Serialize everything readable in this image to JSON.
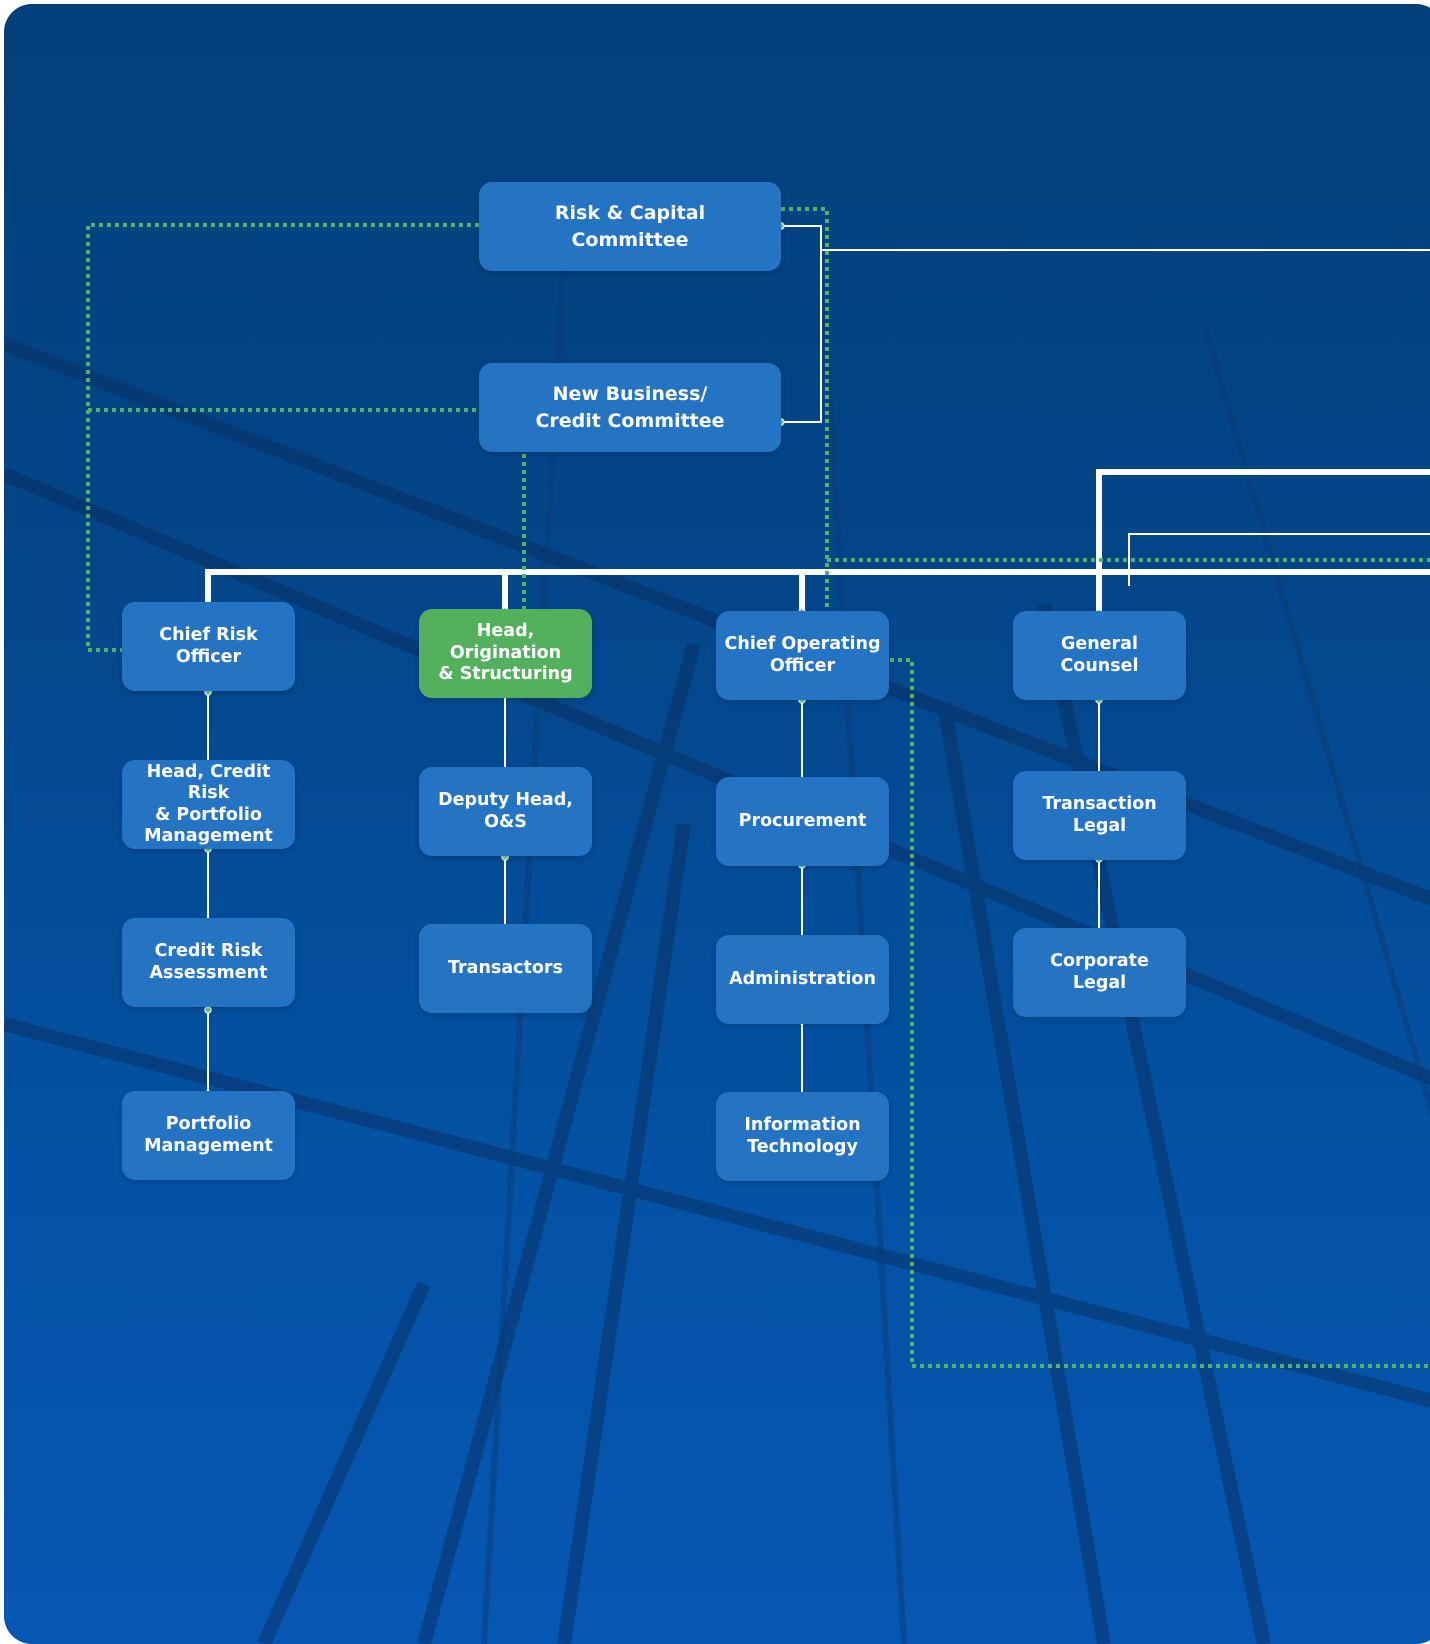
{
  "chart": {
    "committees": {
      "risk_capital": "Risk & Capital\nCommittee",
      "new_business": "New Business/\nCredit Committee"
    },
    "branches": {
      "risk": {
        "head": "Chief Risk\nOfficer",
        "items": [
          "Head, Credit Risk\n& Portfolio\nManagement",
          "Credit Risk\nAssessment",
          "Portfolio\nManagement"
        ]
      },
      "origination": {
        "head": "Head, Origination\n& Structuring",
        "items": [
          "Deputy Head,\nO&S",
          "Transactors"
        ]
      },
      "operations": {
        "head": "Chief Operating\nOfficer",
        "items": [
          "Procurement",
          "Administration",
          "Information\nTechnology"
        ]
      },
      "legal": {
        "head": "General\nCounsel",
        "items": [
          "Transaction\nLegal",
          "Corporate\nLegal"
        ]
      }
    }
  },
  "colors": {
    "node": "#2574c4",
    "highlight_node": "#53b05d",
    "dotted_line": "#4fb562",
    "solid_line": "#ffffff",
    "background_top": "#033f7a",
    "background_bottom": "#0657b3"
  }
}
